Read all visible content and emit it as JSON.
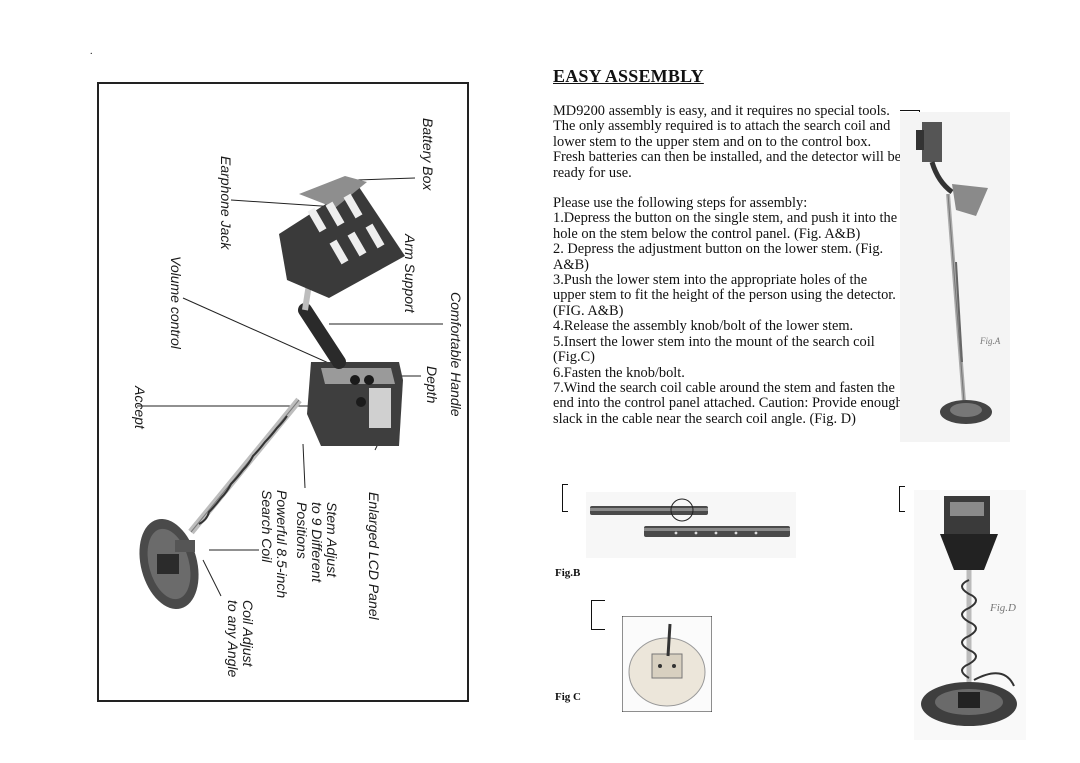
{
  "stray_mark": ".",
  "diagram": {
    "labels": {
      "battery_box": "Battery Box",
      "earphone_jack": "Earphone Jack",
      "arm_support": "Arm Support",
      "volume_control": "Volume control",
      "comfortable_handle": "Comfortable Handle",
      "depth": "Depth",
      "accept": "Accept",
      "enlarged_lcd_panel": "Enlarged LCD Panel",
      "stem_adjust": [
        "Stem Adjust",
        "to 9 Different",
        "Positions"
      ],
      "powerful_coil": [
        "Powerful 8.5-inch",
        "Search Coil"
      ],
      "coil_adjust": [
        "Coil Adjust",
        "to any Angle"
      ]
    }
  },
  "section": {
    "heading": "EASY ASSEMBLY",
    "intro": [
      "MD9200 assembly is easy, and it requires no special tools.",
      "The only assembly required is to attach the search coil and lower stem to the upper stem and on to the control box. Fresh batteries can then be installed, and the detector will be ready for use."
    ],
    "steps_intro": "Please use the following steps for assembly:",
    "steps": [
      "1.Depress the button on the single stem, and push it into the hole on the stem below the control panel. (Fig. A&B)",
      "2. Depress the adjustment button on the lower stem. (Fig. A&B)",
      "3.Push the lower stem into the appropriate holes of the upper stem to fit the height of the person using the detector. (FIG. A&B)",
      "4.Release the assembly knob/bolt of the lower stem.",
      "5.Insert the lower stem into the mount of the search coil (Fig.C)",
      "6.Fasten the knob/bolt.",
      "7.Wind the search coil cable around the stem and fasten the end into the control panel attached. Caution: Provide enough slack in the cable near the search coil angle. (Fig. D)"
    ]
  },
  "figures": {
    "fig_a": "Fig.A",
    "fig_b": "Fig.B",
    "fig_c": "Fig C",
    "fig_d": "Fig.D"
  }
}
